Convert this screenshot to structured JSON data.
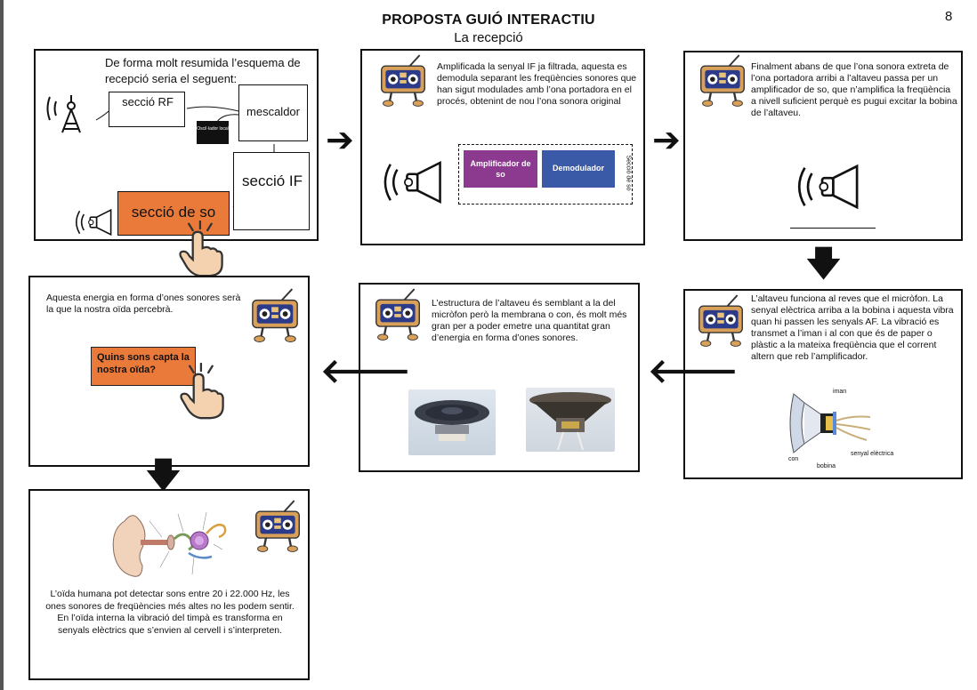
{
  "header": {
    "title": "PROPOSTA GUIÓ INTERACTIU",
    "subtitle": "La recepció",
    "page_number": "8"
  },
  "panels": {
    "p1": {
      "text": "De forma molt resumida l’esquema de recepció seria el seguent:",
      "rf_label": "secció RF",
      "mixer_label": "mescaldor",
      "oscillator_label": "Oscil·lador local",
      "if_label": "secció IF",
      "audio_label": "secció de so"
    },
    "p2": {
      "text": "Amplificada la senyal IF ja filtrada, aquesta es demodula separant les freqüències sonores que han sigut modulades amb l’ona portadora en el procés, obtenint de nou l’ona sonora original",
      "amp_label": "Amplificador de so",
      "demod_label": "Demodulador",
      "section_label": "Secció de so"
    },
    "p3": {
      "text": "Finalment abans de que l’ona sonora extreta de l’ona portadora arribi a l’altaveu passa per un amplificador de so, que n’amplifica la freqüència a nivell suficient perquè es pugui excitar la bobina de l’altaveu."
    },
    "p4": {
      "text": "L’altaveu funciona al reves que el micròfon. La senyal elèctrica arriba a la bobina i aquesta vibra quan hi passen les senyals AF. La vibració es transmet a l’iman i al con que és de paper o plàstic a la mateixa freqüència que el corrent altern que reb l’amplificador.",
      "label_iman": "iman",
      "label_con": "con",
      "label_bobina": "bobina",
      "label_senyal": "senyal elèctrica"
    },
    "p5": {
      "text": "L’estructura de l’altaveu és semblant a la del micròfon però la membrana o con, és molt més gran per a poder emetre una quantitat gran d’energia en forma d’ones sonores."
    },
    "p6": {
      "text": "Aquesta energia en forma d’ones sonores serà la que la nostra oïda percebrà.",
      "button_label": "Quins sons capta la nostra oïda?"
    },
    "p7": {
      "text": "L’oïda humana pot detectar sons entre 20 i 22.000 Hz, les ones sonores de freqüències més altes no les podem sentir. En l’oïda interna la vibració del timpà es transforma en senyals elèctrics que s’envien al cervell i s’interpreten."
    }
  },
  "colors": {
    "orange": "#ea7a3a",
    "purple": "#8b3a8f",
    "blue": "#3a5aa8",
    "robot_body": "#d9a05a",
    "robot_face": "#2c3a8a"
  },
  "icons": [
    "arrow-right-icon",
    "arrow-down-icon",
    "arrow-left-icon",
    "pointing-hand-icon",
    "speaker-icon",
    "antenna-icon",
    "robot-radio-icon"
  ]
}
